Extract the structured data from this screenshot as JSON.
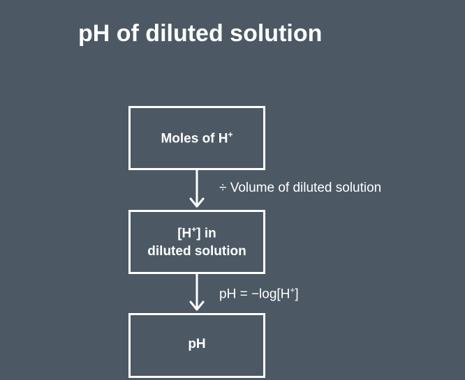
{
  "title": "pH of diluted solution",
  "diagram": {
    "nodes": [
      {
        "id": "moles",
        "label_main": "Moles of H",
        "label_sup": "+"
      },
      {
        "id": "concentration",
        "line1_pre": "[H",
        "line1_sup": "+",
        "line1_post": "] in",
        "line2": "diluted solution"
      },
      {
        "id": "ph",
        "label": "pH"
      }
    ],
    "edges": [
      {
        "from": "moles",
        "to": "concentration",
        "label": "÷  Volume of diluted solution"
      },
      {
        "from": "concentration",
        "to": "ph",
        "label_pre": "pH = −log[H",
        "label_sup": "+",
        "label_post": "]"
      }
    ]
  },
  "colors": {
    "background": "#4c5964",
    "foreground": "#ffffff"
  }
}
